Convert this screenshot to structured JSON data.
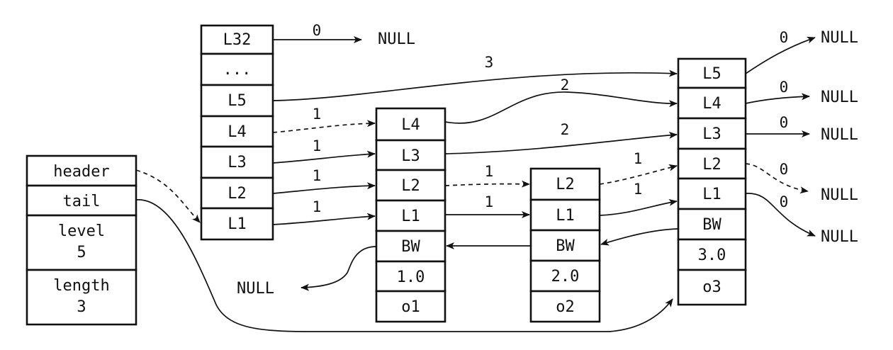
{
  "header_struct": {
    "cells": [
      {
        "name": "header-field",
        "lines": [
          "header"
        ]
      },
      {
        "name": "tail-field",
        "lines": [
          "tail"
        ]
      },
      {
        "name": "level-field",
        "lines": [
          "level",
          "5"
        ]
      },
      {
        "name": "length-field",
        "lines": [
          "length",
          "3"
        ]
      }
    ]
  },
  "head_node": {
    "cells": [
      "L32",
      "...",
      "L5",
      "L4",
      "L3",
      "L2",
      "L1"
    ]
  },
  "nodes": [
    {
      "name": "node-o1",
      "cells": [
        "L4",
        "L3",
        "L2",
        "L1",
        "BW",
        "1.0",
        "o1"
      ]
    },
    {
      "name": "node-o2",
      "cells": [
        "L2",
        "L1",
        "BW",
        "2.0",
        "o2"
      ]
    },
    {
      "name": "node-o3",
      "cells": [
        "L5",
        "L4",
        "L3",
        "L2",
        "L1",
        "BW",
        "3.0",
        "o3"
      ]
    }
  ],
  "null_label": "NULL",
  "span_labels": {
    "h_l32": "0",
    "h_l5": "3",
    "h_l4": "1",
    "h_l3": "1",
    "h_l2": "1",
    "h_l1": "1",
    "o1_l4": "2",
    "o1_l3": "2",
    "o1_l2": "1",
    "o1_l1": "1",
    "o2_l2": "1",
    "o2_l1": "1",
    "o3_l5": "0",
    "o3_l4": "0",
    "o3_l3": "0",
    "o3_l2": "0",
    "o3_l1": "0"
  }
}
